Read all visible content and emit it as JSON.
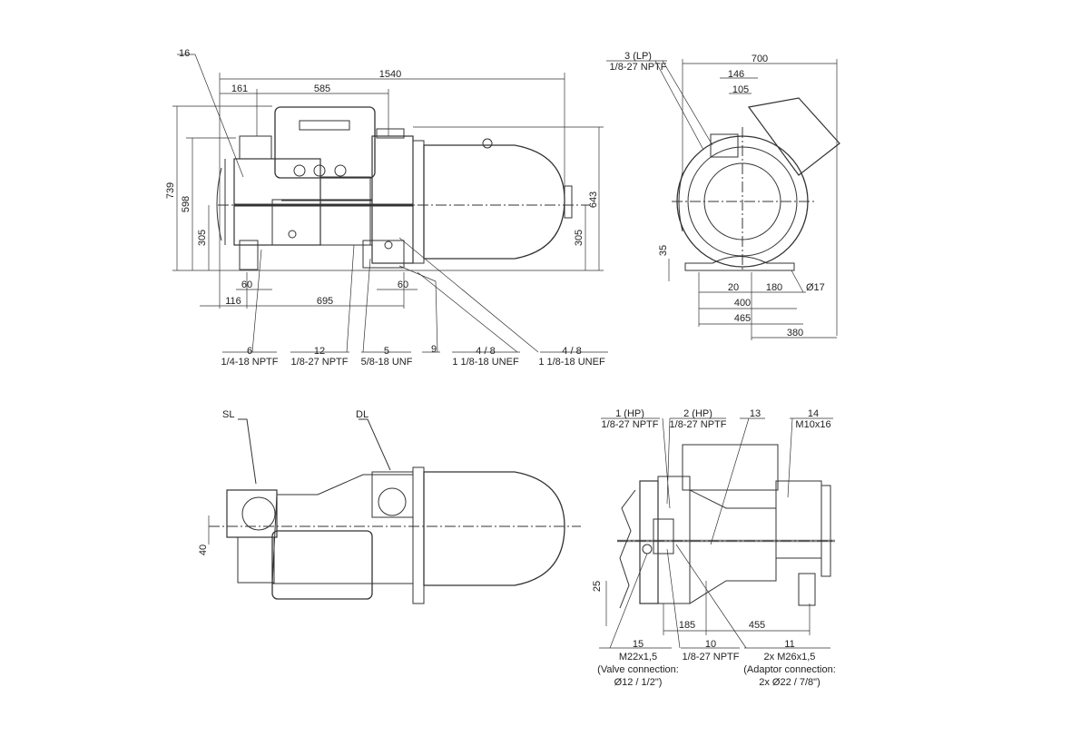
{
  "side_view": {
    "dims": {
      "overall_length": "1540",
      "d161": "161",
      "d585": "585",
      "h739": "739",
      "h598": "598",
      "h305_left": "305",
      "h643": "643",
      "h305_right": "305",
      "d60_left": "60",
      "d60_right": "60",
      "d116": "116",
      "d695": "695"
    },
    "callouts": [
      {
        "num": "16",
        "spec": ""
      },
      {
        "num": "6",
        "spec": "1/4-18 NPTF"
      },
      {
        "num": "12",
        "spec": "1/8-27 NPTF"
      },
      {
        "num": "5",
        "spec": "5/8-18 UNF"
      },
      {
        "num": "9",
        "spec": ""
      },
      {
        "num": "4 / 8",
        "spec": "1 1/8-18 UNEF"
      },
      {
        "num": "4 / 8",
        "spec": "1 1/8-18 UNEF"
      }
    ]
  },
  "end_view": {
    "callout": {
      "num": "3 (LP)",
      "spec": "1/8-27 NPTF"
    },
    "dims": {
      "w700": "700",
      "w146": "146",
      "w105": "105",
      "h35": "35",
      "d20": "20",
      "d180": "180",
      "hole": "Ø17",
      "w400": "400",
      "w465": "465",
      "w380": "380"
    }
  },
  "top_view": {
    "labels": {
      "suction": "SL",
      "discharge": "DL"
    },
    "dims": {
      "h40": "40"
    }
  },
  "rear_view": {
    "callouts": [
      {
        "num": "1 (HP)",
        "spec": "1/8-27 NPTF"
      },
      {
        "num": "2 (HP)",
        "spec": "1/8-27 NPTF"
      },
      {
        "num": "13",
        "spec": ""
      },
      {
        "num": "14",
        "spec": "M10x16"
      },
      {
        "num": "15",
        "spec": "M22x1,5",
        "note1": "(Valve connection:",
        "note2": "Ø12 / 1/2\")"
      },
      {
        "num": "10",
        "spec": "1/8-27 NPTF"
      },
      {
        "num": "11",
        "spec": "2x M26x1,5",
        "note1": "(Adaptor connection:",
        "note2": "2x Ø22 / 7/8\")"
      }
    ],
    "dims": {
      "h25": "25",
      "d185": "185",
      "d455": "455"
    }
  }
}
